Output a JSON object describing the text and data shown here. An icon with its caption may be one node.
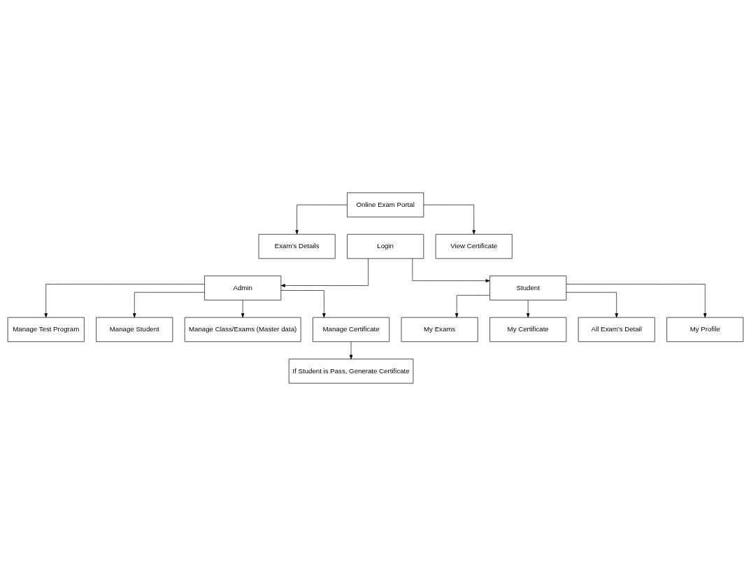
{
  "diagram": {
    "nodes": [
      {
        "text": [
          "Online Exam Portal"
        ]
      },
      {
        "text": [
          "Exam’s Details"
        ]
      },
      {
        "text": [
          "Login"
        ]
      },
      {
        "text": [
          "View Certificate"
        ]
      },
      {
        "text": [
          "Admin"
        ]
      },
      {
        "text": [
          "Student"
        ]
      },
      {
        "text": [
          "My Exams"
        ]
      },
      {
        "text": [
          "My Certificate"
        ]
      },
      {
        "text": [
          "All Exam’s Detail"
        ]
      },
      {
        "text": [
          "My Profile"
        ]
      },
      {
        "text": [
          "Manage Test Program"
        ]
      },
      {
        "text": [
          "Manage Student"
        ]
      },
      {
        "text": [
          "Manage Class/Exams (Master data)"
        ]
      },
      {
        "text": [
          "Manage Certificate"
        ]
      },
      {
        "text": [
          "If Student is Pass, Generate Certificate"
        ]
      }
    ],
    "edges": [
      {
        "from": 0,
        "to": 1,
        "arrow": "to"
      },
      {
        "from": 0,
        "to": 3,
        "arrow": "to"
      },
      {
        "from": 2,
        "to": 4,
        "arrow": "to"
      },
      {
        "from": 2,
        "to": 5,
        "arrow": "to"
      },
      {
        "from": 5,
        "to": 6,
        "arrow": "to"
      },
      {
        "from": 5,
        "to": 7,
        "arrow": "to"
      },
      {
        "from": 5,
        "to": 8,
        "arrow": "to"
      },
      {
        "from": 5,
        "to": 9,
        "arrow": "to"
      },
      {
        "from": 4,
        "to": 10,
        "arrow": "to"
      },
      {
        "from": 4,
        "to": 11,
        "arrow": "to"
      },
      {
        "from": 4,
        "to": 12,
        "arrow": "to"
      },
      {
        "from": 4,
        "to": 13,
        "arrow": "to"
      },
      {
        "from": 13,
        "to": 14,
        "arrow": "to"
      }
    ]
  }
}
